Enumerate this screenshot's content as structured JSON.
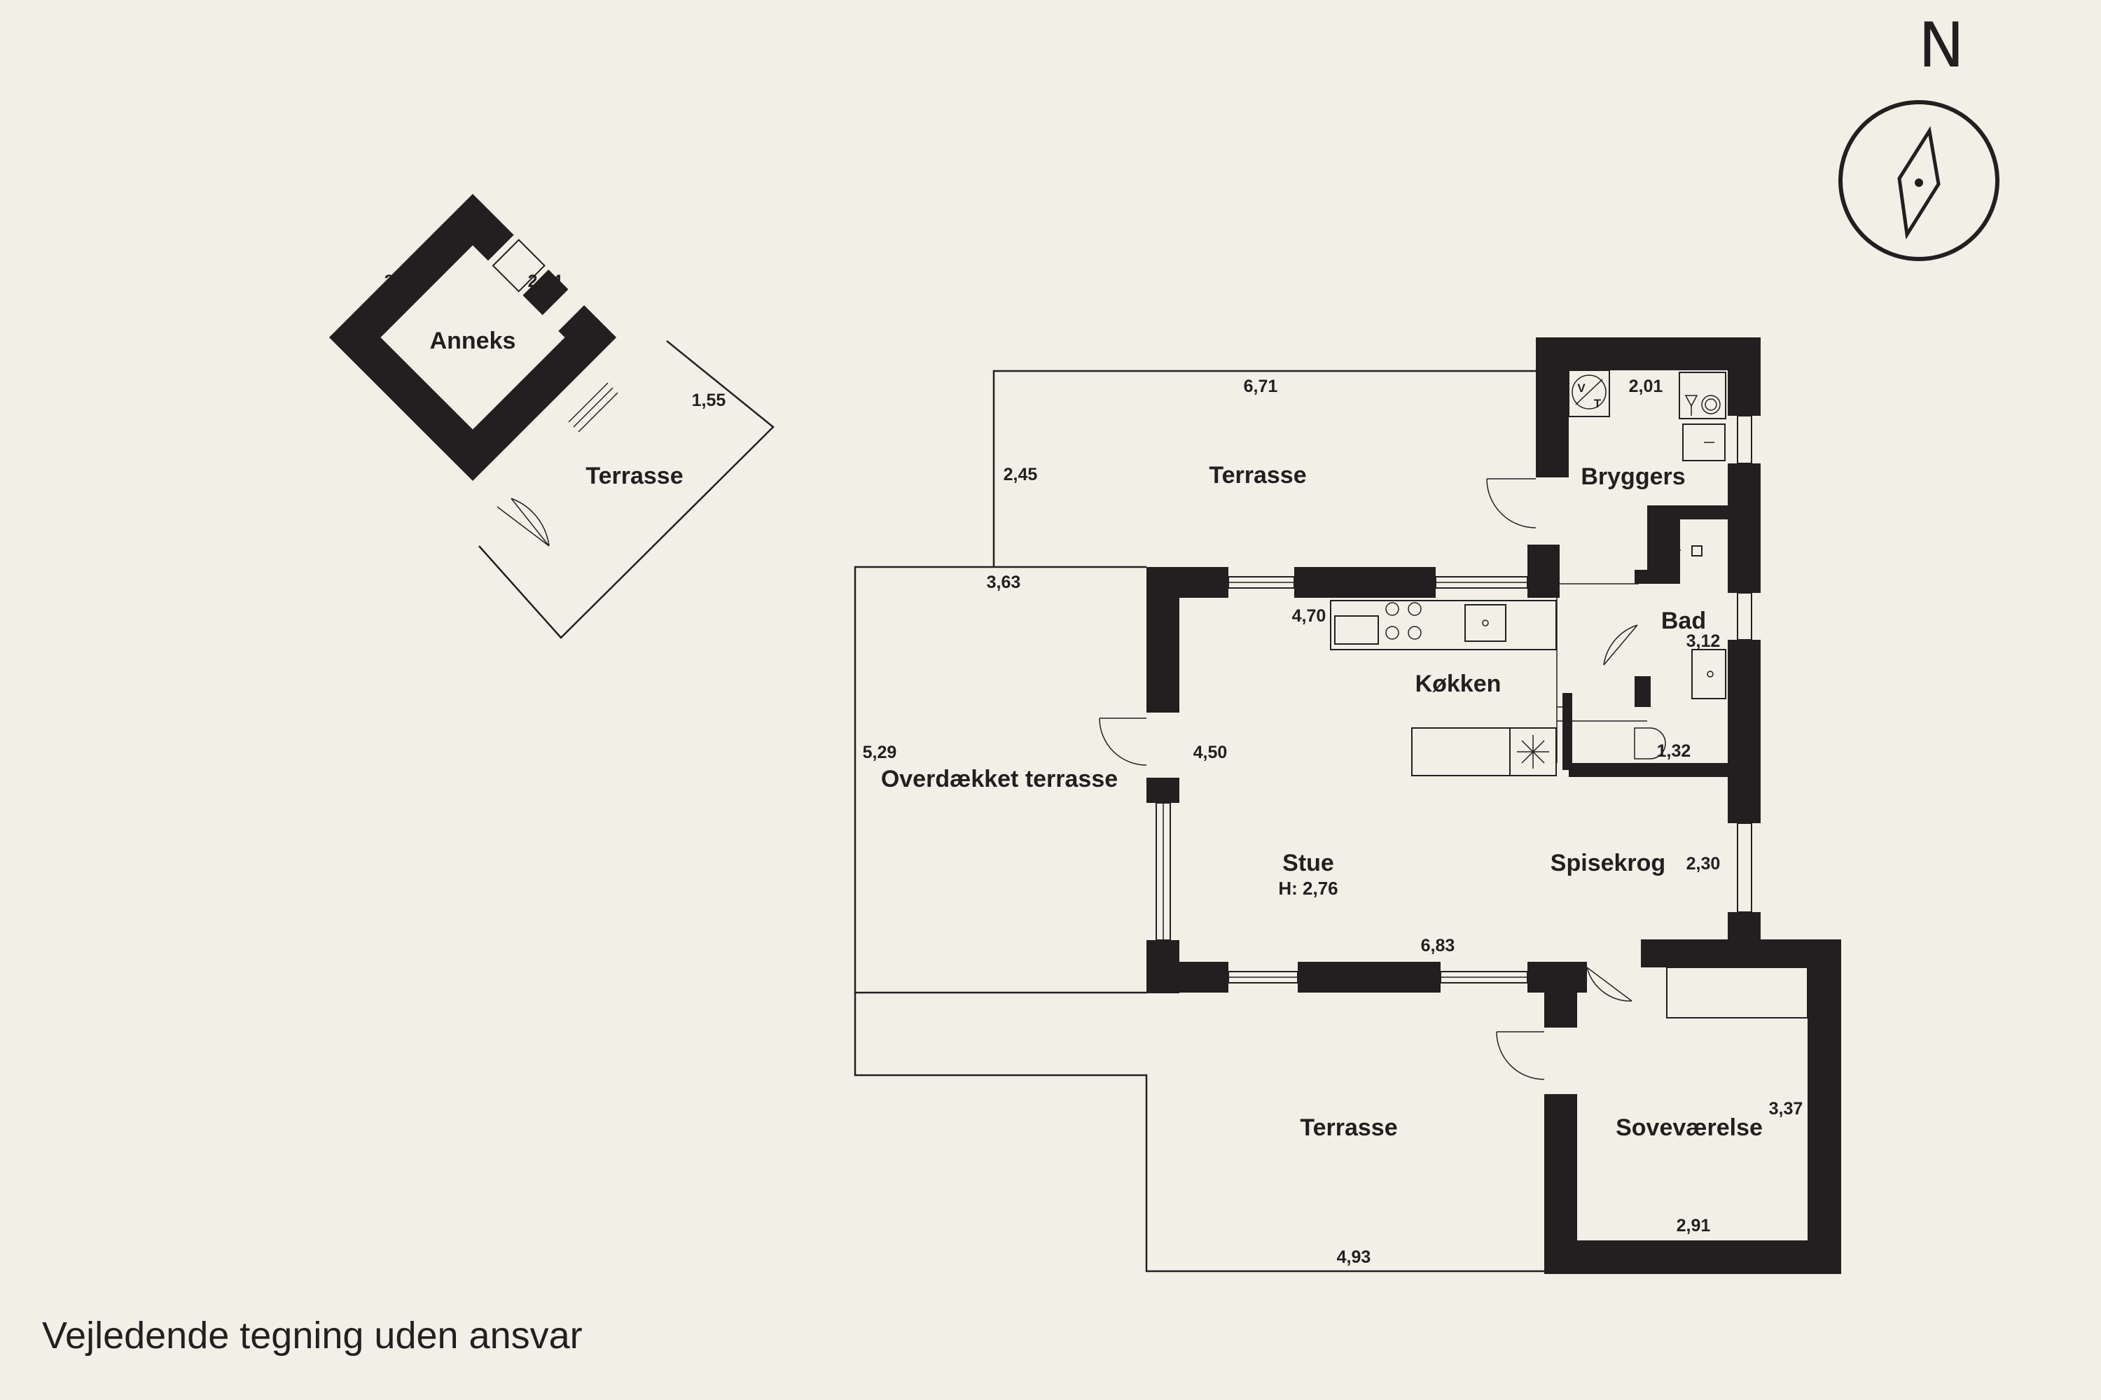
{
  "compass": {
    "north_label": "N"
  },
  "annex": {
    "room_label": "Anneks",
    "dim_left": "2,94",
    "dim_right": "2,94",
    "terrace_label": "Terrasse",
    "terrace_dim": "1,55"
  },
  "rooms": {
    "terrace_north": {
      "label": "Terrasse",
      "dim_width": "6,71",
      "dim_depth": "2,45"
    },
    "covered_terrace": {
      "label": "Overdækket terrasse",
      "dim_width": "3,63",
      "dim_depth": "5,29"
    },
    "kitchen": {
      "label": "Køkken",
      "dim": "4,70"
    },
    "living": {
      "label": "Stue",
      "height": "H: 2,76",
      "dim_depth": "4,50",
      "dim_width": "6,83"
    },
    "dining": {
      "label": "Spisekrog",
      "dim": "2,30"
    },
    "utility": {
      "label": "Bryggers",
      "dim": "2,01",
      "washer_v": "V",
      "washer_t": "T"
    },
    "bath": {
      "label": "Bad",
      "dim_a": "3,12",
      "dim_b": "1,32"
    },
    "terrace_south": {
      "label": "Terrasse",
      "dim": "4,93"
    },
    "bedroom": {
      "label": "Soveværelse",
      "dim_depth": "3,37",
      "dim_width": "2,91"
    }
  },
  "footer": {
    "disclaimer": "Vejledende tegning uden ansvar"
  }
}
